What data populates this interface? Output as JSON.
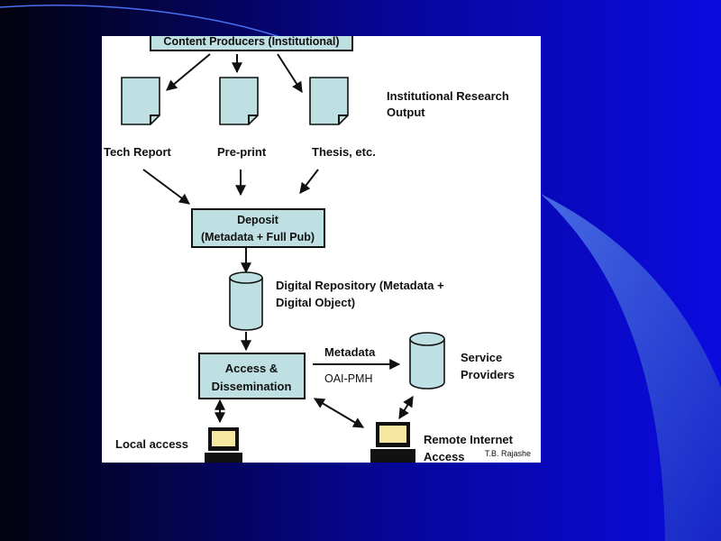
{
  "slide": {
    "colors": {
      "background_dark": "#03031a",
      "background_blue": "#0a0ad8",
      "accent_blue": "#2f5fe0",
      "diagram_fill": "#bfe0e2"
    }
  },
  "diagram": {
    "top_box": "Content Producers (Institutional)",
    "documents": [
      "Tech Report",
      "Pre-print",
      "Thesis, etc."
    ],
    "research_output": [
      "Institutional Research",
      "Output"
    ],
    "deposit": [
      "Deposit",
      "(Metadata + Full Pub)"
    ],
    "repository": [
      "Digital Repository (Metadata +",
      "Digital Object)"
    ],
    "access": [
      "Access &",
      "Dissemination"
    ],
    "metadata_label": "Metadata",
    "protocol_label": "OAI-PMH",
    "service_providers": [
      "Service",
      "Providers"
    ],
    "local_access": "Local access",
    "remote_access": [
      "Remote Internet",
      "Access"
    ],
    "credit": "T.B. Rajashe"
  }
}
